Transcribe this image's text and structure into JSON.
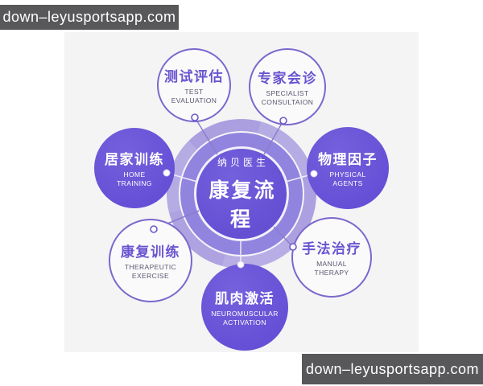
{
  "watermarks": {
    "top": "down–leyusportsapp.com",
    "bottom": "down–leyusportsapp.com"
  },
  "center": {
    "subtitle": "纳贝医生",
    "title": "康复流程"
  },
  "nodes": [
    {
      "id": "test-evaluation",
      "zh": "测试评估",
      "en1": "TEST",
      "en2": "EVALUATION",
      "style": "light"
    },
    {
      "id": "specialist-consultation",
      "zh": "专家会诊",
      "en1": "SPECIALIST",
      "en2": "CONSULTAION",
      "style": "light"
    },
    {
      "id": "physical-agents",
      "zh": "物理因子",
      "en1": "PHYSICAL",
      "en2": "AGENTS",
      "style": "purple"
    },
    {
      "id": "manual-therapy",
      "zh": "手法治疗",
      "en1": "MANUAL",
      "en2": "THERAPY",
      "style": "purple-text-on-white",
      "note": "white circle"
    },
    {
      "id": "neuromuscular-activation",
      "zh": "肌肉激活",
      "en1": "NEUROMUSCULAR",
      "en2": "ACTIVATION",
      "style": "purple"
    },
    {
      "id": "therapeutic-exercise",
      "zh": "康复训练",
      "en1": "THERAPEUTIC",
      "en2": "EXERCISE",
      "style": "light"
    },
    {
      "id": "home-training",
      "zh": "居家训练",
      "en1": "HOME",
      "en2": "TRAINING",
      "style": "purple"
    }
  ],
  "colors": {
    "accent_purple": "#6550d4",
    "ring_mid_purple": "#9184de",
    "ring_outer_purple": "#b3a8e3",
    "light_circle_border": "#7c67cd",
    "canvas_gray": "#f4f4f5",
    "watermark_bg": "#58585a",
    "watermark_text": "#ffffff"
  }
}
